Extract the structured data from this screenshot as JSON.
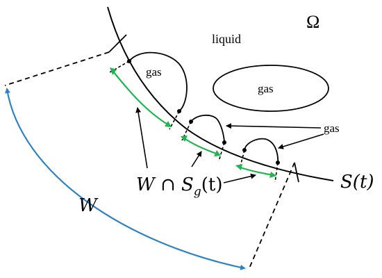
{
  "labels": {
    "omega": "Ω",
    "liquid": "liquid",
    "gas_bubble_1": "gas",
    "gas_interior": "gas",
    "gas_pointer": "gas",
    "intersection_prefix": "W ∩ S",
    "intersection_subscript": "g",
    "intersection_suffix": "(t)",
    "surface": "S(t)",
    "window": "W"
  },
  "colors": {
    "curve": "#000000",
    "window_arc": "#2e82c4",
    "intersection_arrows": "#22b452"
  }
}
